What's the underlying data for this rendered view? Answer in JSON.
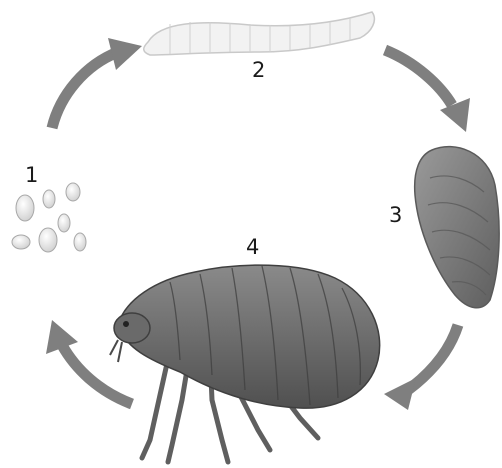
{
  "stages": [
    {
      "number": "1",
      "name": "egg"
    },
    {
      "number": "2",
      "name": "larva"
    },
    {
      "number": "3",
      "name": "pupa"
    },
    {
      "number": "4",
      "name": "adult"
    }
  ],
  "colors": {
    "arrow": "#7f7f7f",
    "egg": "#e6e6e6",
    "larva": "#f2f2f2",
    "pupa": "#7d7d7d",
    "adult": "#6b6b6b",
    "text": "#1a1a1a"
  }
}
